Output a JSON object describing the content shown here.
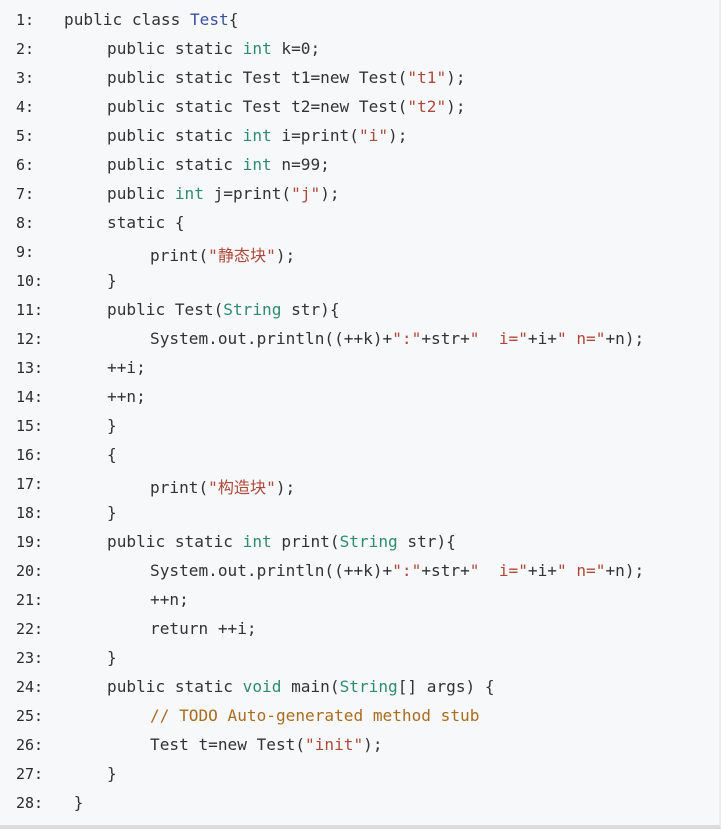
{
  "colors": {
    "background": "#f6f8fa",
    "plain": "#333333",
    "type": "#2f8c6b",
    "class": "#3b4fa0",
    "string": "#b0483a",
    "comment": "#aa6c1f"
  },
  "code": {
    "language": "java",
    "lines": [
      {
        "number": "1:",
        "indent": 0,
        "tokens": [
          [
            "keyword",
            "public "
          ],
          [
            "keyword",
            "class "
          ],
          [
            "class",
            "Test"
          ],
          [
            "punct",
            "{"
          ]
        ]
      },
      {
        "number": "2:",
        "indent": 1,
        "tokens": [
          [
            "keyword",
            "public "
          ],
          [
            "keyword",
            "static "
          ],
          [
            "type",
            "int"
          ],
          [
            "plain",
            " k=0;"
          ]
        ]
      },
      {
        "number": "3:",
        "indent": 1,
        "tokens": [
          [
            "keyword",
            "public "
          ],
          [
            "keyword",
            "static "
          ],
          [
            "plain",
            "Test t1=new Test("
          ],
          [
            "string",
            "\"t1\""
          ],
          [
            "plain",
            ");"
          ]
        ]
      },
      {
        "number": "4:",
        "indent": 1,
        "tokens": [
          [
            "keyword",
            "public "
          ],
          [
            "keyword",
            "static "
          ],
          [
            "plain",
            "Test t2=new Test("
          ],
          [
            "string",
            "\"t2\""
          ],
          [
            "plain",
            ");"
          ]
        ]
      },
      {
        "number": "5:",
        "indent": 1,
        "tokens": [
          [
            "keyword",
            "public "
          ],
          [
            "keyword",
            "static "
          ],
          [
            "type",
            "int"
          ],
          [
            "plain",
            " i=print("
          ],
          [
            "string",
            "\"i\""
          ],
          [
            "plain",
            ");"
          ]
        ]
      },
      {
        "number": "6:",
        "indent": 1,
        "tokens": [
          [
            "keyword",
            "public "
          ],
          [
            "keyword",
            "static "
          ],
          [
            "type",
            "int"
          ],
          [
            "plain",
            " n=99;"
          ]
        ]
      },
      {
        "number": "7:",
        "indent": 1,
        "tokens": [
          [
            "keyword",
            "public "
          ],
          [
            "type",
            "int"
          ],
          [
            "plain",
            " j=print("
          ],
          [
            "string",
            "\"j\""
          ],
          [
            "plain",
            ");"
          ]
        ]
      },
      {
        "number": "8:",
        "indent": 1,
        "tokens": [
          [
            "keyword",
            "static "
          ],
          [
            "punct",
            "{"
          ]
        ]
      },
      {
        "number": "9:",
        "indent": 2,
        "tokens": [
          [
            "plain",
            "print("
          ],
          [
            "string",
            "\"静态块\""
          ],
          [
            "plain",
            ");"
          ]
        ]
      },
      {
        "number": "10:",
        "indent": 1,
        "tokens": [
          [
            "punct",
            "}"
          ]
        ]
      },
      {
        "number": "11:",
        "indent": 1,
        "tokens": [
          [
            "keyword",
            "public "
          ],
          [
            "plain",
            "Test("
          ],
          [
            "type",
            "String"
          ],
          [
            "plain",
            " str){"
          ]
        ]
      },
      {
        "number": "12:",
        "indent": 2,
        "tokens": [
          [
            "plain",
            "System.out.println((++k)+"
          ],
          [
            "string",
            "\":\""
          ],
          [
            "plain",
            "+str+"
          ],
          [
            "string",
            "\"  i=\""
          ],
          [
            "plain",
            "+i+"
          ],
          [
            "string",
            "\" n=\""
          ],
          [
            "plain",
            "+n);"
          ]
        ]
      },
      {
        "number": "13:",
        "indent": 1,
        "tokens": [
          [
            "plain",
            "++i;"
          ]
        ]
      },
      {
        "number": "14:",
        "indent": 1,
        "tokens": [
          [
            "plain",
            "++n;"
          ]
        ]
      },
      {
        "number": "15:",
        "indent": 1,
        "tokens": [
          [
            "punct",
            "}"
          ]
        ]
      },
      {
        "number": "16:",
        "indent": 1,
        "tokens": [
          [
            "punct",
            "{"
          ]
        ]
      },
      {
        "number": "17:",
        "indent": 2,
        "tokens": [
          [
            "plain",
            "print("
          ],
          [
            "string",
            "\"构造块\""
          ],
          [
            "plain",
            ");"
          ]
        ]
      },
      {
        "number": "18:",
        "indent": 1,
        "tokens": [
          [
            "punct",
            "}"
          ]
        ]
      },
      {
        "number": "19:",
        "indent": 1,
        "tokens": [
          [
            "keyword",
            "public "
          ],
          [
            "keyword",
            "static "
          ],
          [
            "type",
            "int"
          ],
          [
            "plain",
            " print("
          ],
          [
            "type",
            "String"
          ],
          [
            "plain",
            " str){"
          ]
        ]
      },
      {
        "number": "20:",
        "indent": 2,
        "tokens": [
          [
            "plain",
            "System.out.println((++k)+"
          ],
          [
            "string",
            "\":\""
          ],
          [
            "plain",
            "+str+"
          ],
          [
            "string",
            "\"  i=\""
          ],
          [
            "plain",
            "+i+"
          ],
          [
            "string",
            "\" n=\""
          ],
          [
            "plain",
            "+n);"
          ]
        ]
      },
      {
        "number": "21:",
        "indent": 2,
        "tokens": [
          [
            "plain",
            "++n;"
          ]
        ]
      },
      {
        "number": "22:",
        "indent": 2,
        "tokens": [
          [
            "keyword",
            "return "
          ],
          [
            "plain",
            "++i;"
          ]
        ]
      },
      {
        "number": "23:",
        "indent": 1,
        "tokens": [
          [
            "punct",
            "}"
          ]
        ]
      },
      {
        "number": "24:",
        "indent": 1,
        "tokens": [
          [
            "keyword",
            "public "
          ],
          [
            "keyword",
            "static "
          ],
          [
            "type",
            "void"
          ],
          [
            "plain",
            " main("
          ],
          [
            "type",
            "String"
          ],
          [
            "plain",
            "[] args) {"
          ]
        ]
      },
      {
        "number": "25:",
        "indent": 2,
        "tokens": [
          [
            "comment",
            "// TODO Auto-generated method stub"
          ]
        ]
      },
      {
        "number": "26:",
        "indent": 2,
        "tokens": [
          [
            "plain",
            "Test t=new Test("
          ],
          [
            "string",
            "\"init\""
          ],
          [
            "plain",
            ");"
          ]
        ]
      },
      {
        "number": "27:",
        "indent": 1,
        "tokens": [
          [
            "punct",
            "}"
          ]
        ]
      },
      {
        "number": "28:",
        "indent": 0,
        "tokens": [
          [
            "punct",
            " }"
          ]
        ]
      }
    ]
  }
}
